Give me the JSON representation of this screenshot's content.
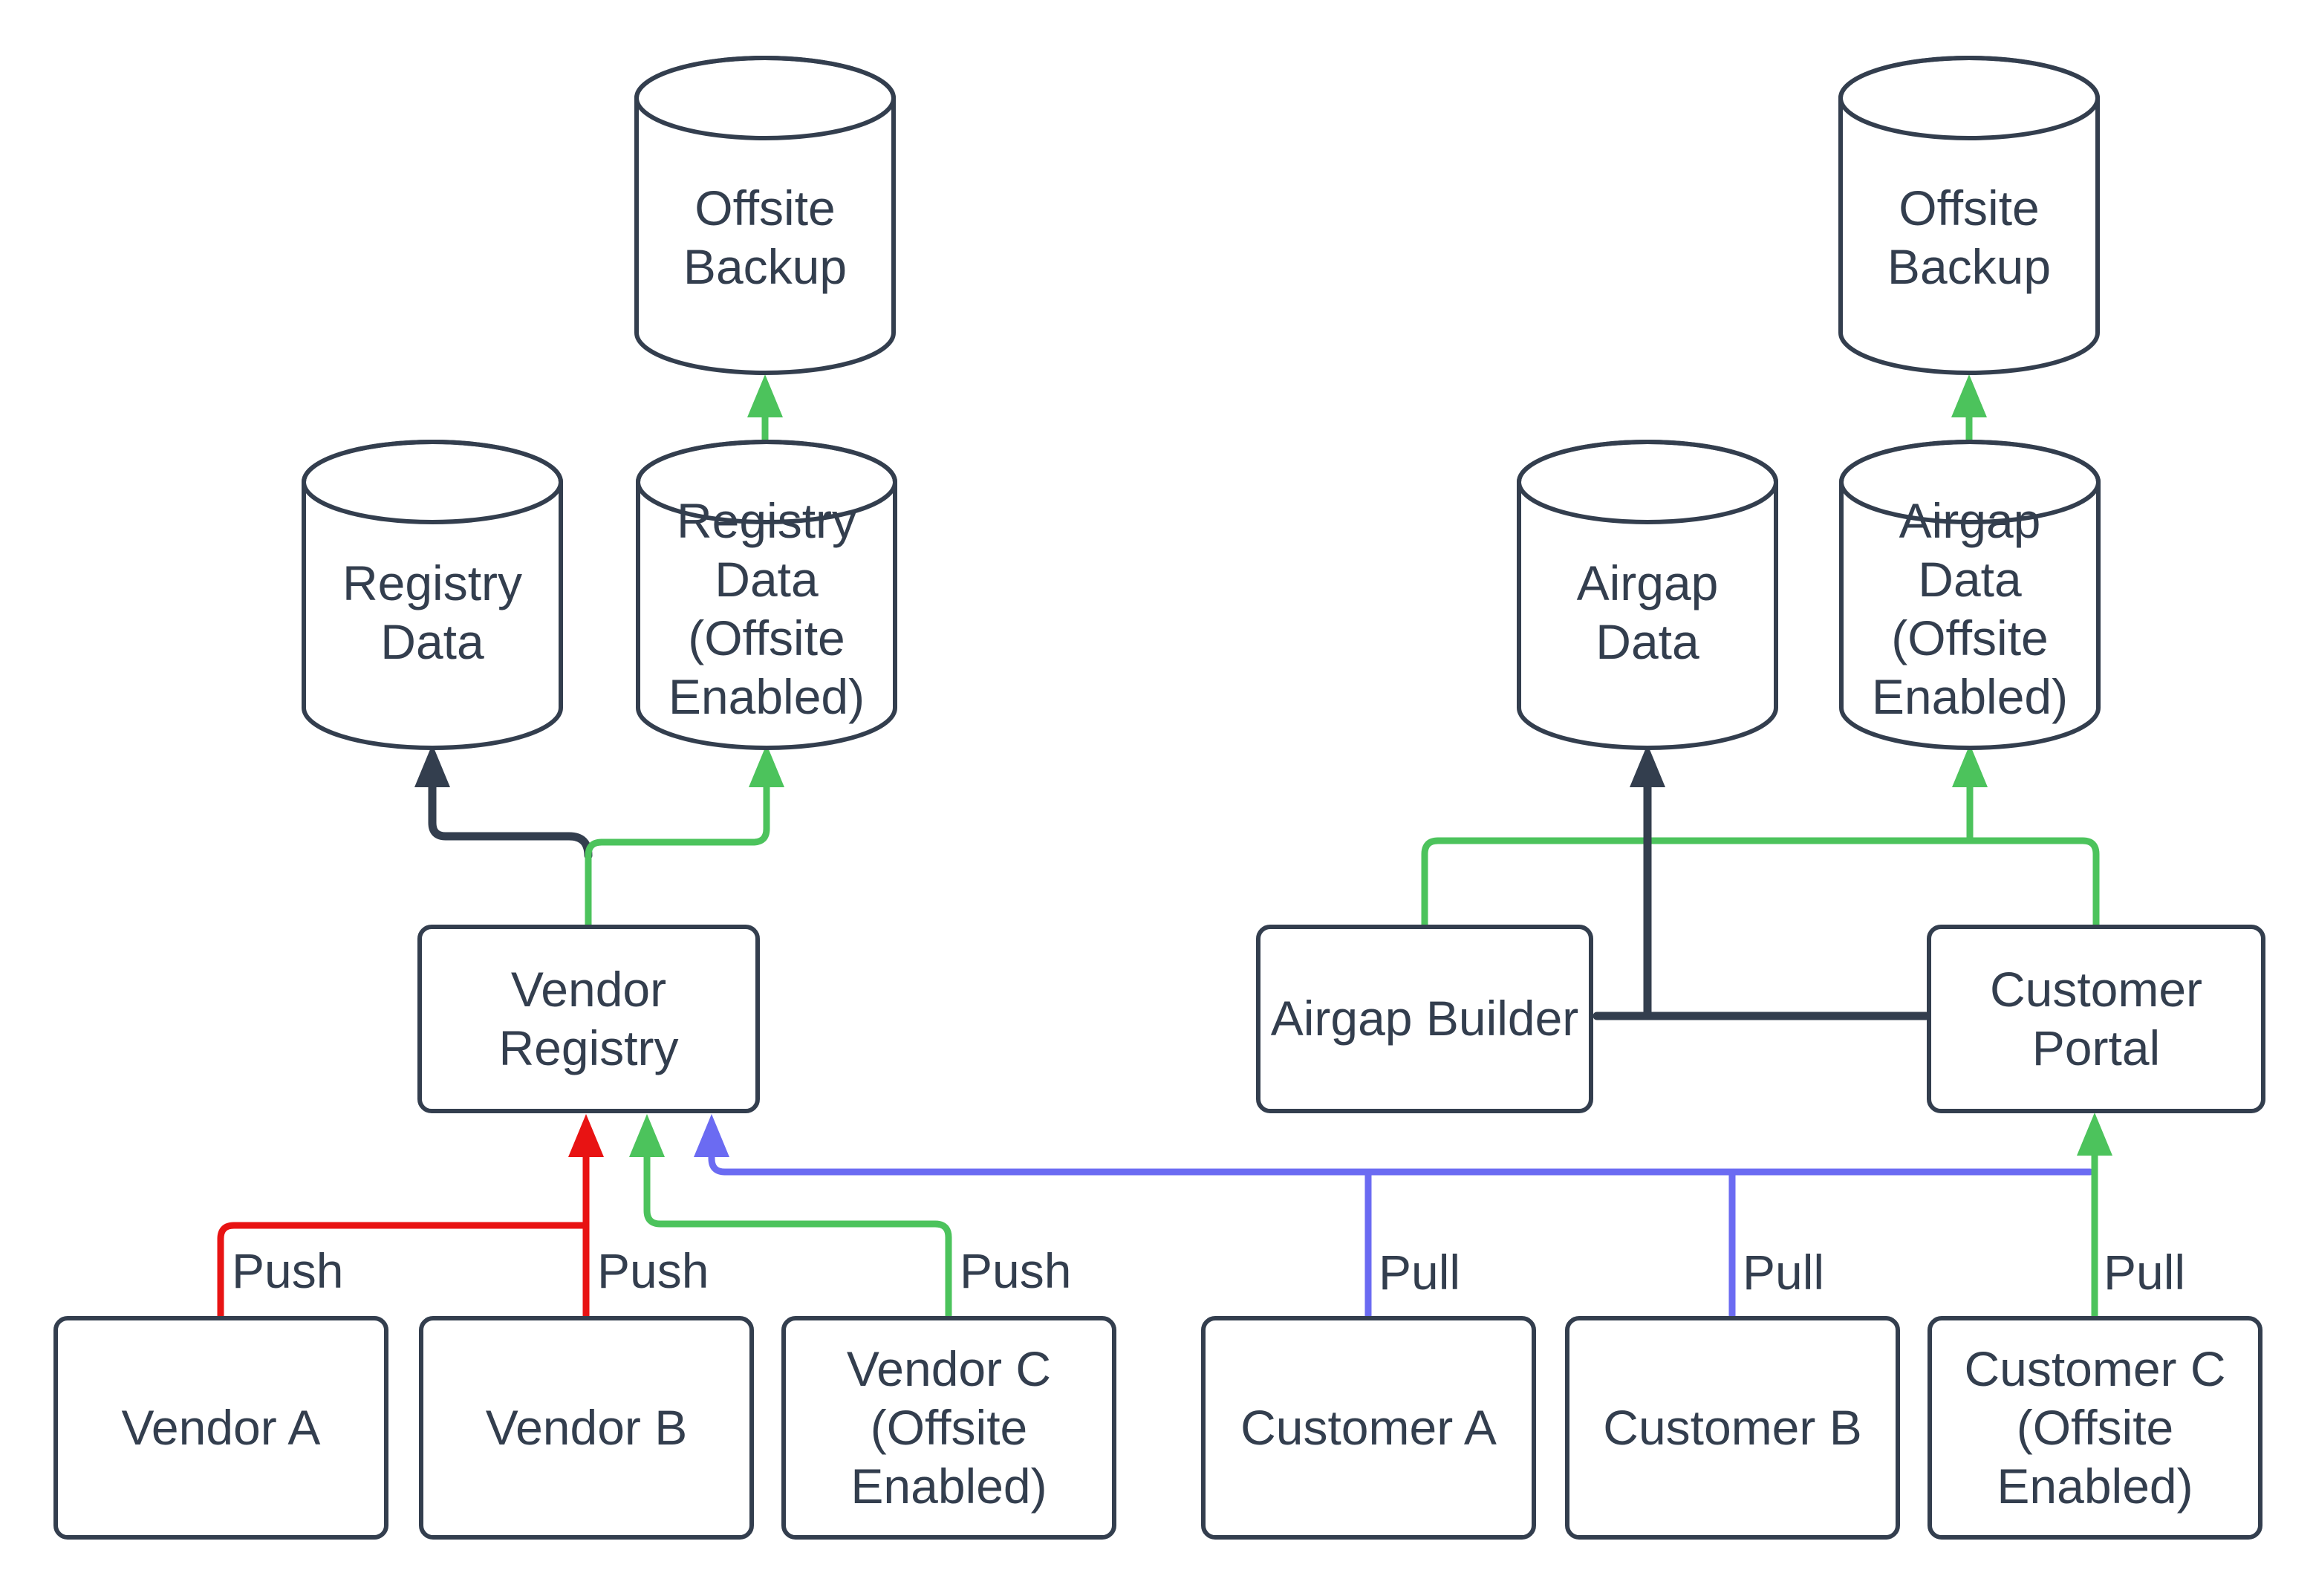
{
  "diagram": {
    "type": "flowchart",
    "background": "#ffffff",
    "colors": {
      "node_stroke": "#333e4e",
      "text": "#333e4e",
      "vendor_push": "#e81313",
      "offsite_flow": "#4cc35c",
      "customer_pull": "#6b6bf2",
      "internal_flow": "#333e4e"
    },
    "nodes": {
      "offsite_backup_left": {
        "label": "Offsite Backup",
        "shape": "cylinder"
      },
      "registry_data": {
        "label": "Registry Data",
        "shape": "cylinder"
      },
      "registry_data_offsite": {
        "label": "Registry Data (Offsite Enabled)",
        "shape": "cylinder"
      },
      "vendor_registry": {
        "label": "Vendor Registry",
        "shape": "rectangle"
      },
      "vendor_a": {
        "label": "Vendor A",
        "shape": "rectangle"
      },
      "vendor_b": {
        "label": "Vendor B",
        "shape": "rectangle"
      },
      "vendor_c": {
        "label": "Vendor C (Offsite Enabled)",
        "shape": "rectangle"
      },
      "airgap_data": {
        "label": "Airgap Data",
        "shape": "cylinder"
      },
      "airgap_data_offsite": {
        "label": "Airgap Data (Offsite Enabled)",
        "shape": "cylinder"
      },
      "offsite_backup_right": {
        "label": "Offsite Backup",
        "shape": "cylinder"
      },
      "airgap_builder": {
        "label": "Airgap Builder",
        "shape": "rectangle"
      },
      "customer_portal": {
        "label": "Customer Portal",
        "shape": "rectangle"
      },
      "customer_a": {
        "label": "Customer A",
        "shape": "rectangle"
      },
      "customer_b": {
        "label": "Customer B",
        "shape": "rectangle"
      },
      "customer_c": {
        "label": "Customer C (Offsite Enabled)",
        "shape": "rectangle"
      }
    },
    "edge_labels": {
      "push_vendor_a": "Push",
      "push_vendor_b": "Push",
      "push_vendor_c": "Push",
      "pull_customer_a": "Pull",
      "pull_customer_b": "Pull",
      "pull_customer_c": "Pull"
    },
    "edges": [
      {
        "from": "Vendor A",
        "to": "Vendor Registry",
        "label": "Push",
        "color": "red"
      },
      {
        "from": "Vendor B",
        "to": "Vendor Registry",
        "label": "Push",
        "color": "red"
      },
      {
        "from": "Vendor C (Offsite Enabled)",
        "to": "Vendor Registry",
        "label": "Push",
        "color": "green"
      },
      {
        "from": "Vendor Registry",
        "to": "Registry Data",
        "color": "dark"
      },
      {
        "from": "Vendor Registry",
        "to": "Registry Data (Offsite Enabled)",
        "color": "green"
      },
      {
        "from": "Registry Data (Offsite Enabled)",
        "to": "Offsite Backup",
        "color": "green"
      },
      {
        "from": "Customer A",
        "to": "Vendor Registry",
        "label": "Pull",
        "color": "blue"
      },
      {
        "from": "Customer B",
        "to": "Vendor Registry",
        "label": "Pull",
        "color": "blue"
      },
      {
        "from": "Customer C (Offsite Enabled)",
        "to": "Customer Portal",
        "label": "Pull",
        "color": "green"
      },
      {
        "from": "Airgap Builder",
        "to": "Airgap Data",
        "color": "dark"
      },
      {
        "from": "Customer Portal",
        "to": "Airgap Data",
        "color": "dark"
      },
      {
        "from": "Airgap Builder",
        "to": "Airgap Data (Offsite Enabled)",
        "color": "green"
      },
      {
        "from": "Customer Portal",
        "to": "Airgap Data (Offsite Enabled)",
        "color": "green"
      },
      {
        "from": "Airgap Data (Offsite Enabled)",
        "to": "Offsite Backup",
        "color": "green"
      }
    ]
  }
}
